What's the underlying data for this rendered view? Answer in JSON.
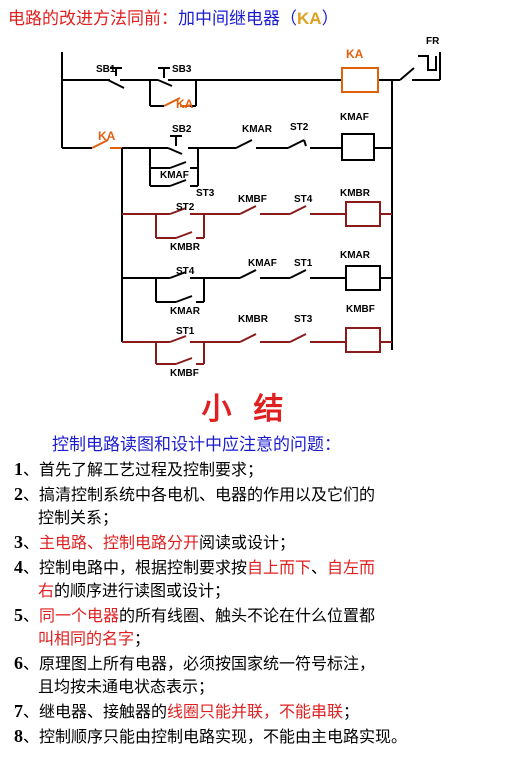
{
  "title": {
    "prefix": "电路的改进方法同前：",
    "middle": "加中间继电器（",
    "ka": "KA",
    "suffix": "）"
  },
  "labels": {
    "sb1": "SB1",
    "sb3": "SB3",
    "sb2": "SB2",
    "ka": "KA",
    "fr": "FR",
    "kmar": "KMAR",
    "kmaf": "KMAF",
    "kmbr": "KMBR",
    "kmbf": "KMBF",
    "st1": "ST1",
    "st2": "ST2",
    "st3": "ST3",
    "st4": "ST4"
  },
  "colors": {
    "accent_blue": "#1b1bd0",
    "accent_red": "#e02020",
    "orange": "#e06010",
    "dark_red": "#8b1a1a"
  },
  "summary": {
    "title": "小结",
    "subtitle": "控制电路读图和设计中应注意的问题："
  },
  "rules": [
    {
      "num": "1",
      "parts": [
        {
          "t": "、首先了解工艺过程及控制要求；",
          "red": false
        }
      ]
    },
    {
      "num": "2",
      "parts": [
        {
          "t": "、搞清控制系统中各电机、电器的作用以及它们的",
          "red": false
        }
      ],
      "cont": "控制关系；"
    },
    {
      "num": "3",
      "parts": [
        {
          "t": "、",
          "red": false
        },
        {
          "t": "主电路、控制电路分开",
          "red": true
        },
        {
          "t": "阅读或设计；",
          "red": false
        }
      ]
    },
    {
      "num": "4",
      "parts": [
        {
          "t": "、控制电路中，根据控制要求按",
          "red": false
        },
        {
          "t": "自上而下",
          "red": true
        },
        {
          "t": "、",
          "red": false
        },
        {
          "t": "自左而",
          "red": true
        }
      ],
      "cont_parts": [
        {
          "t": "右",
          "red": true
        },
        {
          "t": "的顺序进行读图或设计；",
          "red": false
        }
      ]
    },
    {
      "num": "5",
      "parts": [
        {
          "t": "、",
          "red": false
        },
        {
          "t": "同一个电器",
          "red": true
        },
        {
          "t": "的所有线圈、触头不论在什么位置都",
          "red": false
        }
      ],
      "cont_parts": [
        {
          "t": "叫相同的名字",
          "red": true
        },
        {
          "t": "；",
          "red": false
        }
      ]
    },
    {
      "num": "6",
      "parts": [
        {
          "t": "、原理图上所有电器，必须按国家统一符号标注，",
          "red": false
        }
      ],
      "cont": "且均按未通电状态表示；"
    },
    {
      "num": "7",
      "parts": [
        {
          "t": "、继电器、接触器的",
          "red": false
        },
        {
          "t": "线圈只能并联，不能串联",
          "red": true
        },
        {
          "t": "；",
          "red": false
        }
      ]
    },
    {
      "num": "8",
      "parts": [
        {
          "t": "、控制顺序只能由控制电路实现，不能由主电路实现。",
          "red": false
        }
      ]
    }
  ]
}
